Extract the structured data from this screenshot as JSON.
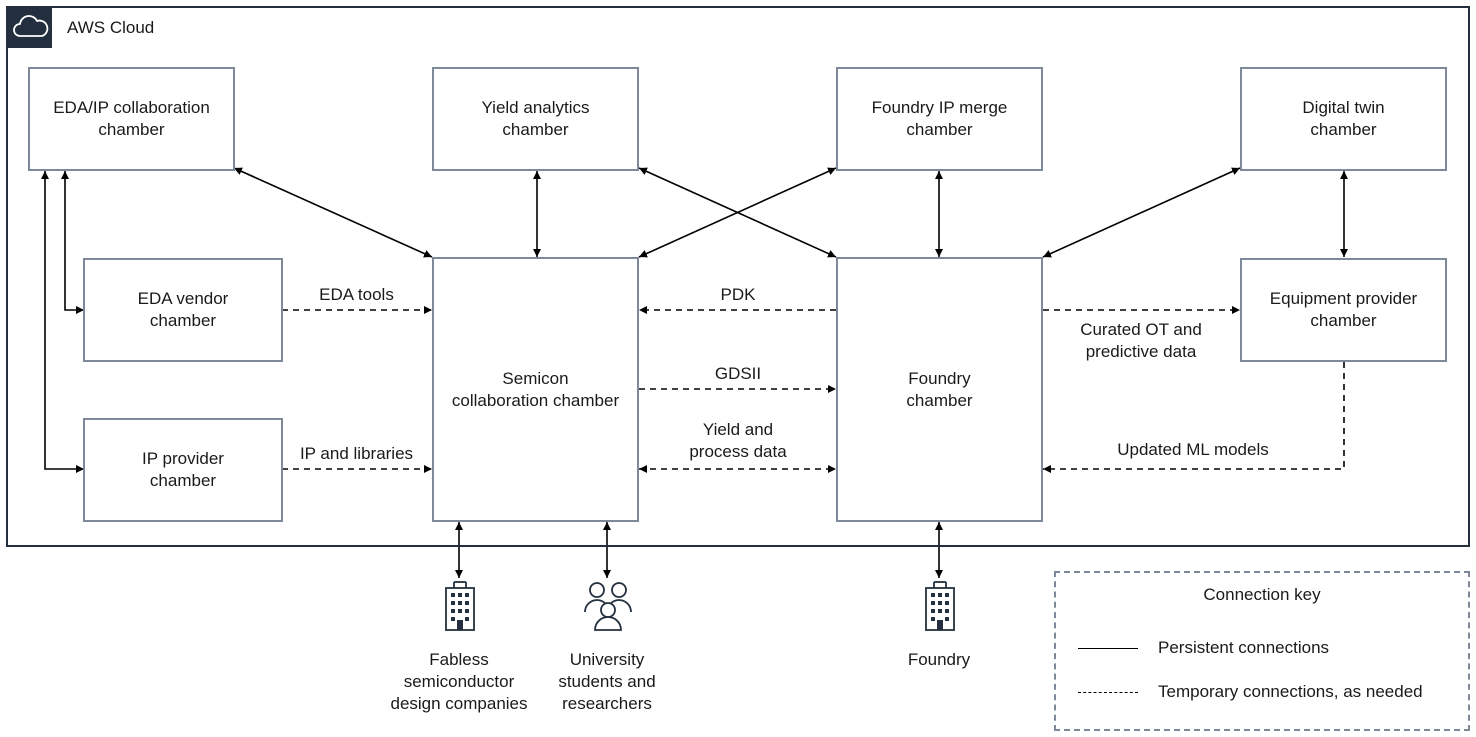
{
  "cloud": {
    "title": "AWS Cloud",
    "icon": "cloud-icon",
    "badge_color": "#232f3e"
  },
  "chambers": {
    "eda_ip_collab": "EDA/IP collaboration\nchamber",
    "yield_analytics": "Yield analytics\nchamber",
    "foundry_ip_merge": "Foundry IP merge\nchamber",
    "digital_twin": "Digital twin\nchamber",
    "eda_vendor": "EDA vendor\nchamber",
    "ip_provider": "IP provider\nchamber",
    "semicon_collab": "Semicon\ncollaboration chamber",
    "foundry": "Foundry\nchamber",
    "equipment_provider": "Equipment provider\nchamber"
  },
  "edge_labels": {
    "eda_tools": "EDA tools",
    "ip_libraries": "IP and libraries",
    "pdk": "PDK",
    "gdsii": "GDSII",
    "yield_process": "Yield and\nprocess data",
    "curated_ot": "Curated OT and\npredictive data",
    "updated_ml": "Updated ML models"
  },
  "actors": {
    "fabless": {
      "label": "Fabless\nsemiconductor\ndesign companies",
      "icon": "building-icon"
    },
    "university": {
      "label": "University\nstudents and\nresearchers",
      "icon": "users-icon"
    },
    "foundry": {
      "label": "Foundry",
      "icon": "building-icon"
    }
  },
  "legend": {
    "title": "Connection key",
    "persistent": "Persistent connections",
    "temporary": "Temporary connections, as needed"
  }
}
